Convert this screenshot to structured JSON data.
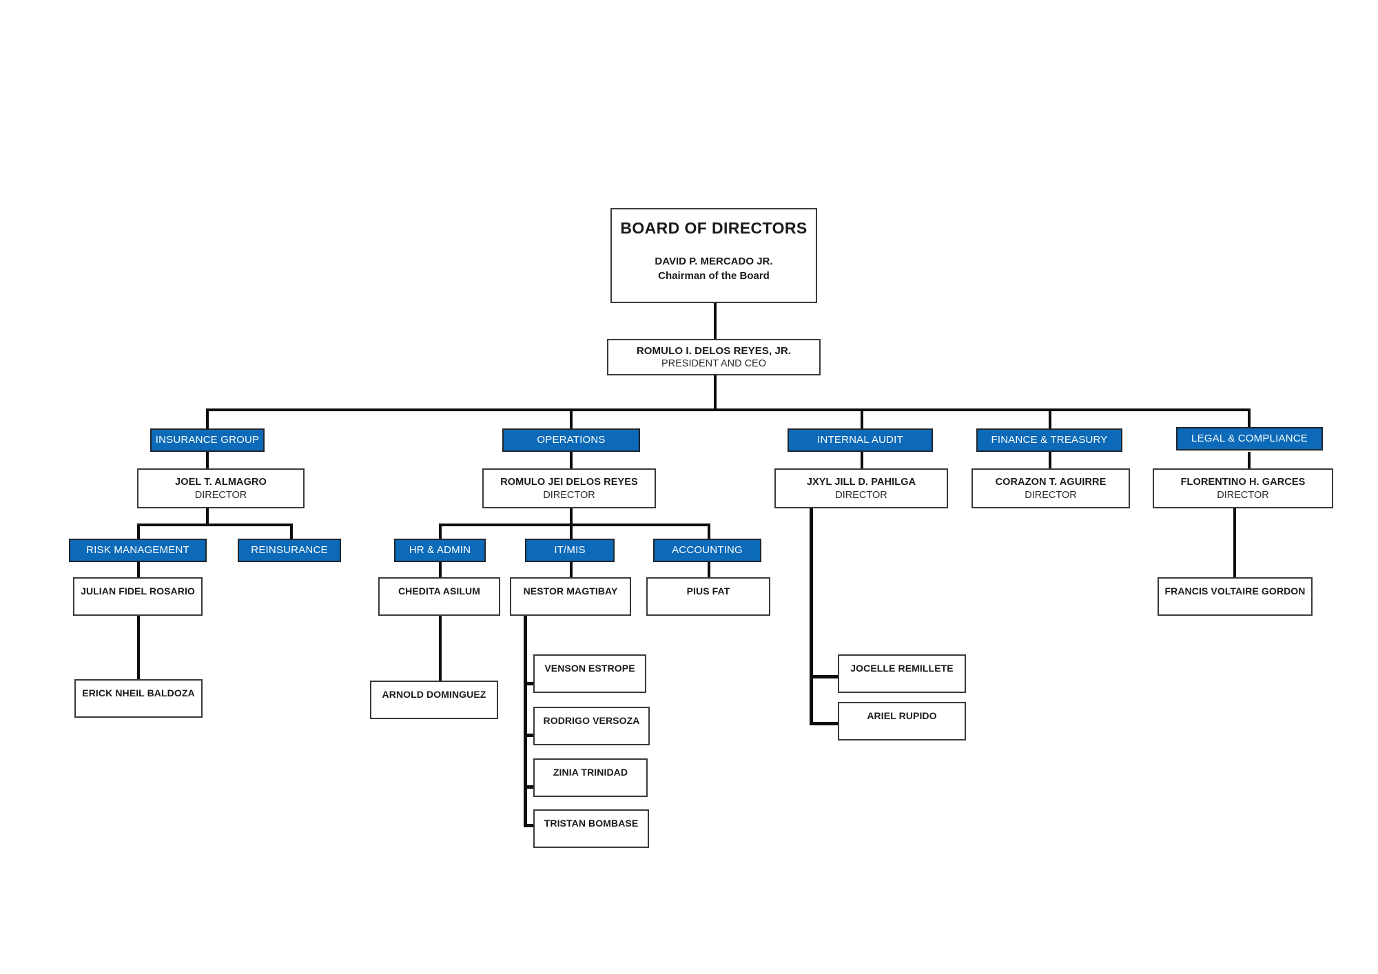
{
  "chart_data": {
    "type": "diagram",
    "title": "Organizational Chart",
    "accent_color": "#0c6ab8",
    "line_color": "#0d0d0d",
    "box_border_color": "#3a3a3a",
    "background": "#ffffff"
  },
  "board": {
    "title": "BOARD OF DIRECTORS",
    "name": "DAVID P. MERCADO JR.",
    "role": "Chairman of the Board"
  },
  "ceo": {
    "name": "ROMULO I. DELOS REYES, JR.",
    "title": "PRESIDENT AND CEO"
  },
  "divisions": [
    {
      "unit": "INSURANCE GROUP",
      "director_name": "JOEL T. ALMAGRO",
      "director_title": "DIRECTOR"
    },
    {
      "unit": "OPERATIONS",
      "director_name": "ROMULO JEI DELOS REYES",
      "director_title": "DIRECTOR"
    },
    {
      "unit": "INTERNAL AUDIT",
      "director_name": "JXYL JILL D. PAHILGA",
      "director_title": "DIRECTOR"
    },
    {
      "unit": "FINANCE & TREASURY",
      "director_name": "CORAZON T. AGUIRRE",
      "director_title": "DIRECTOR"
    },
    {
      "unit": "LEGAL & COMPLIANCE",
      "director_name": "FLORENTINO H. GARCES",
      "director_title": "DIRECTOR"
    }
  ],
  "units": {
    "risk_management": "RISK MANAGEMENT",
    "reinsurance": "REINSURANCE",
    "hr_admin": "HR & ADMIN",
    "it_mis": "IT/MIS",
    "accounting": "ACCOUNTING"
  },
  "staff": {
    "risk_lead": "JULIAN FIDEL ROSARIO",
    "risk_member": "ERICK NHEIL BALDOZA",
    "hr_lead": "CHEDITA ASILUM",
    "hr_member": "ARNOLD DOMINGUEZ",
    "it_lead": "NESTOR MAGTIBAY",
    "it_members": [
      "VENSON ESTROPE",
      "RODRIGO VERSOZA",
      "ZINIA TRINIDAD",
      "TRISTAN BOMBASE"
    ],
    "accounting_lead": "PIUS FAT",
    "audit_members": [
      "JOCELLE REMILLETE",
      "ARIEL RUPIDO"
    ],
    "legal_member": "FRANCIS VOLTAIRE GORDON"
  }
}
